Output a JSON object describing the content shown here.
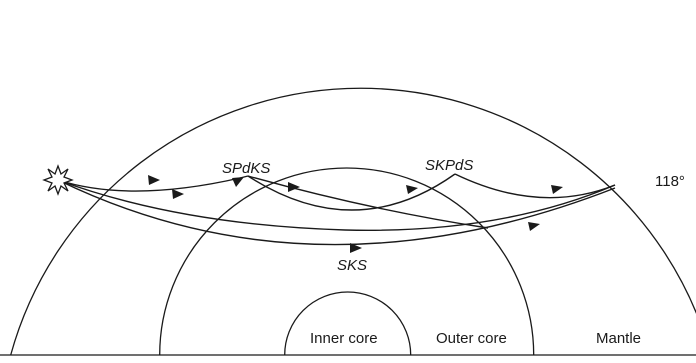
{
  "diagram": {
    "phases": {
      "spdks": "SPdKS",
      "skpds": "SKPdS",
      "sks": "SKS"
    },
    "distance_label": "118°",
    "regions": {
      "inner_core": "Inner core",
      "outer_core": "Outer core",
      "mantle": "Mantle"
    },
    "source_icon": "star-burst-icon",
    "colors": {
      "ink": "#1a1a1a",
      "background": "#ffffff"
    }
  }
}
